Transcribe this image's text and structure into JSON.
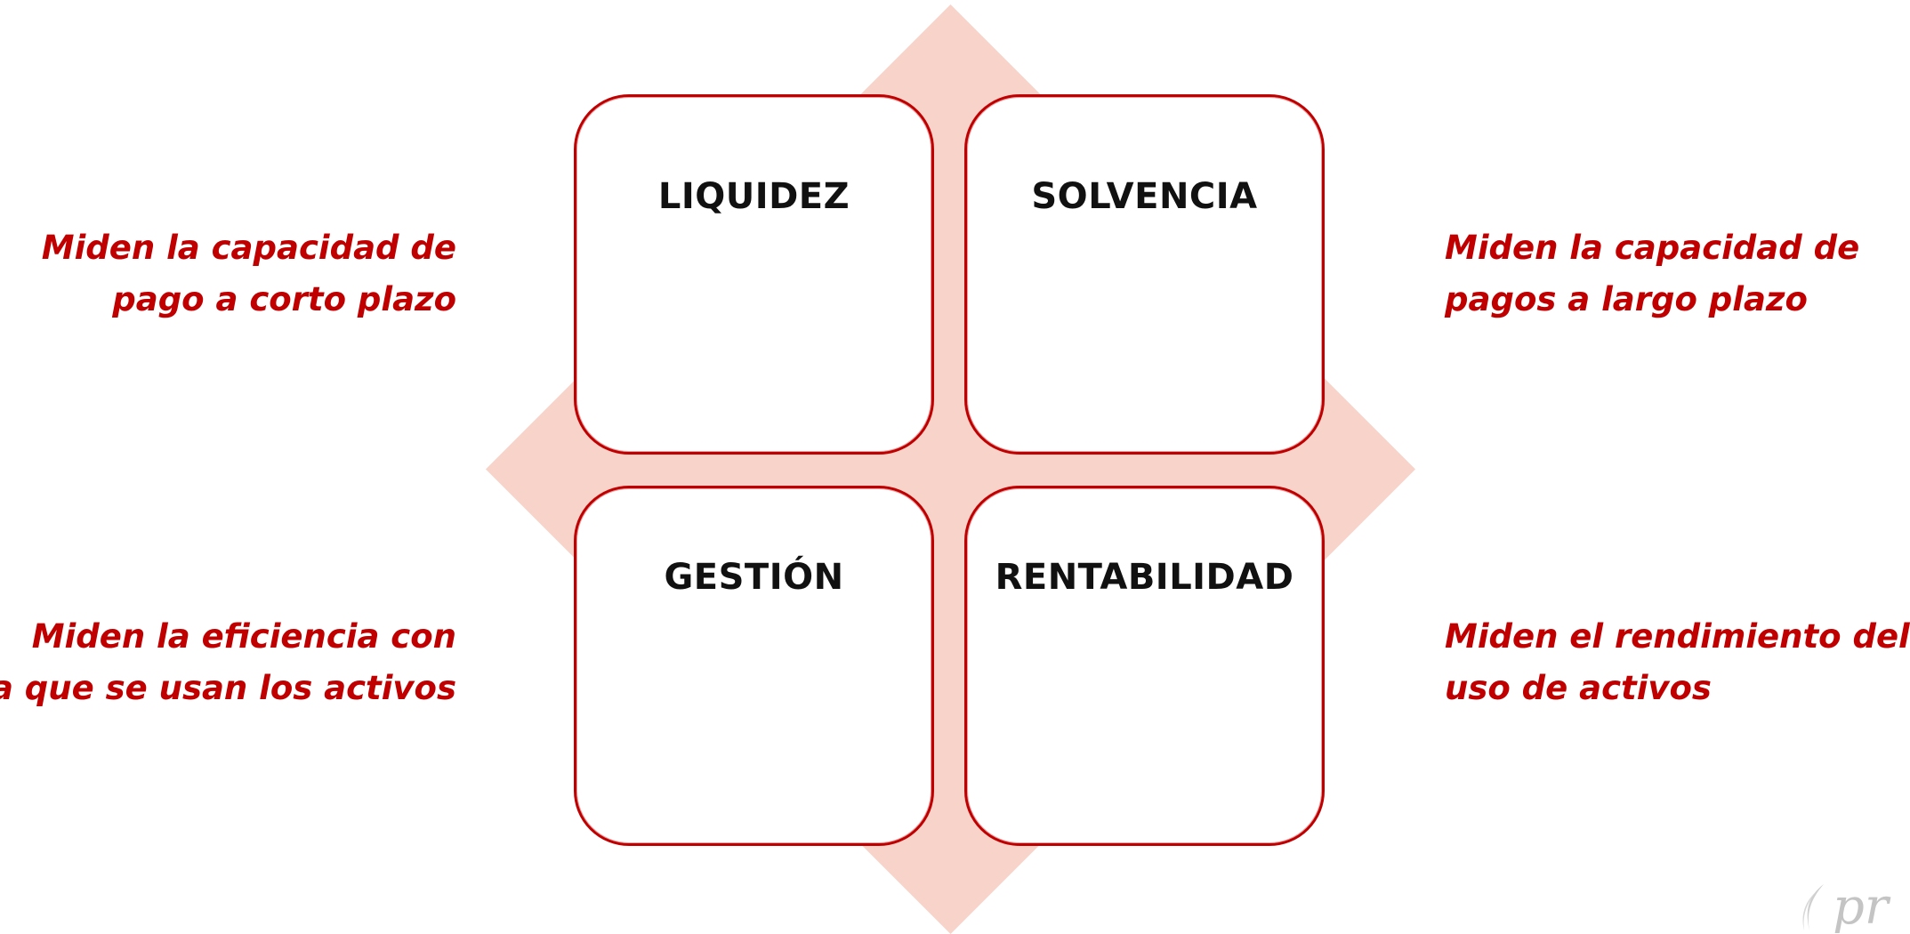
{
  "quadrants": {
    "top_left": {
      "label": "LIQUIDEZ"
    },
    "top_right": {
      "label": "SOLVENCIA"
    },
    "bottom_left": {
      "label": "GESTIÓN"
    },
    "bottom_right": {
      "label": "RENTABILIDAD"
    }
  },
  "descriptions": {
    "top_left": [
      "Miden la capacidad de",
      "pago a corto plazo"
    ],
    "top_right": [
      "Miden la capacidad de",
      "pagos a largo plazo"
    ],
    "bottom_left": [
      "Miden la eficiencia con",
      "la que se usan los activos"
    ],
    "bottom_right": [
      "Miden el rendimiento del",
      "uso de activos"
    ]
  },
  "logo": {
    "text": "pr"
  },
  "colors": {
    "accent": "#c00000",
    "diamond": "#f7d3c9",
    "label_text": "#111111",
    "logo_gray": "#c4c4c4"
  }
}
